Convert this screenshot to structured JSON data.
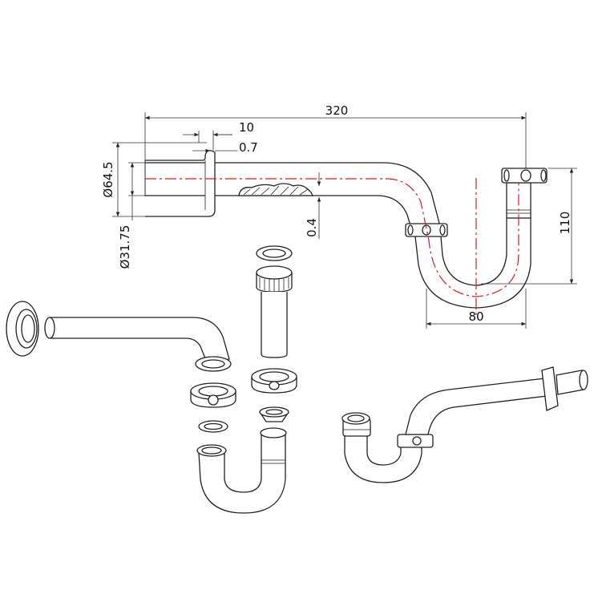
{
  "dimensions": {
    "overall_length": "320",
    "tube_offset": "10",
    "wall_thickness": "0.7",
    "flange_diameter": "Ø64.5",
    "tube_diameter": "Ø31.75",
    "gap": "0.4",
    "trap_height": "110",
    "trap_width": "80"
  },
  "colors": {
    "centerline": "#cc2222",
    "outline": "#222222"
  }
}
